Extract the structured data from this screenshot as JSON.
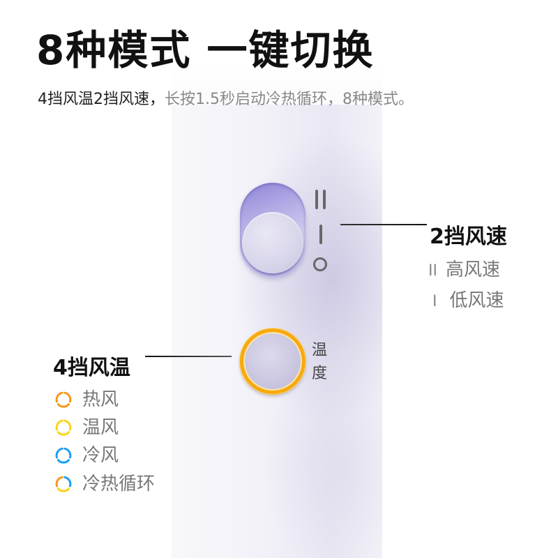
{
  "header": {
    "title": "8种模式 一键切换",
    "subtitle_dark": "4挡风温2挡风速，",
    "subtitle_light": "长按1.5秒启动冷热循环，8种模式。"
  },
  "device": {
    "speed_switch": {
      "positions": [
        "II",
        "I",
        "O"
      ],
      "selected": "O"
    },
    "temp_button": {
      "label_line1": "温",
      "label_line2": "度",
      "ring_color": "#f7a90f"
    }
  },
  "speed_panel": {
    "title": "2挡风速",
    "items": [
      {
        "glyph": "II",
        "label": "高风速"
      },
      {
        "glyph": "I",
        "label": "低风速"
      }
    ]
  },
  "temp_panel": {
    "title": "4挡风温",
    "items": [
      {
        "icon": "cycle-icon-orange",
        "label": "热风",
        "colors": [
          "#f7961d",
          "#f7961d",
          "#f7961d"
        ]
      },
      {
        "icon": "cycle-icon-yellow",
        "label": "温风",
        "colors": [
          "#fcd21c",
          "#fcd21c",
          "#fcd21c"
        ]
      },
      {
        "icon": "cycle-icon-blue",
        "label": "冷风",
        "colors": [
          "#1a9ef2",
          "#1a9ef2",
          "#1a9ef2"
        ]
      },
      {
        "icon": "cycle-icon-multicolor",
        "label": "冷热循环",
        "colors": [
          "#f7961d",
          "#1a9ef2",
          "#fcd21c"
        ]
      }
    ]
  }
}
